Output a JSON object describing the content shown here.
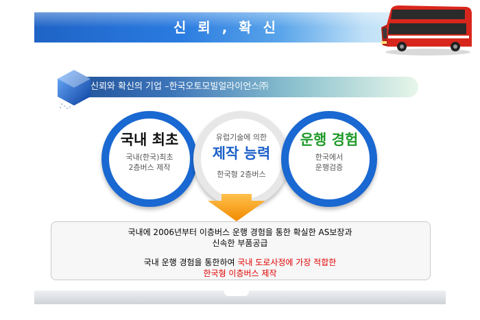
{
  "title": "신 뢰 , 확 신",
  "subtitle": "신뢰와 확신의 기업 –한국오토모빌얼라이언스㈜",
  "circles": [
    {
      "heading": "국내 최초",
      "lines": [
        "국내(한국)최초",
        "2층버스 제작"
      ],
      "heading_color": "#111111"
    },
    {
      "top_text": "유럽기술에 의한",
      "heading": "제작 능력",
      "lines": [
        "한국형 2층버스"
      ],
      "heading_color": "#1a5fc8"
    },
    {
      "heading": "운행 경험",
      "lines": [
        "한국에서",
        "운행검증"
      ],
      "heading_color": "#1f9a2a"
    }
  ],
  "box": {
    "line1": "국내에 2006년부터 이층버스 운행 경험을 통한 확실한 AS보장과",
    "line2": "신속한 부품공급",
    "line3_black": "국내 운행 경험을  통한하여 ",
    "line3_red": "국내 도로사정에 가장 적합한",
    "line4_red": "한국형 이층버스 제작"
  },
  "colors": {
    "accent_blue": "#1a68d1",
    "red": "#e00000",
    "green": "#1f9a2a"
  },
  "icons": [
    "blue-hexagon-icon",
    "double-decker-bus-icon",
    "down-arrow-icon"
  ]
}
